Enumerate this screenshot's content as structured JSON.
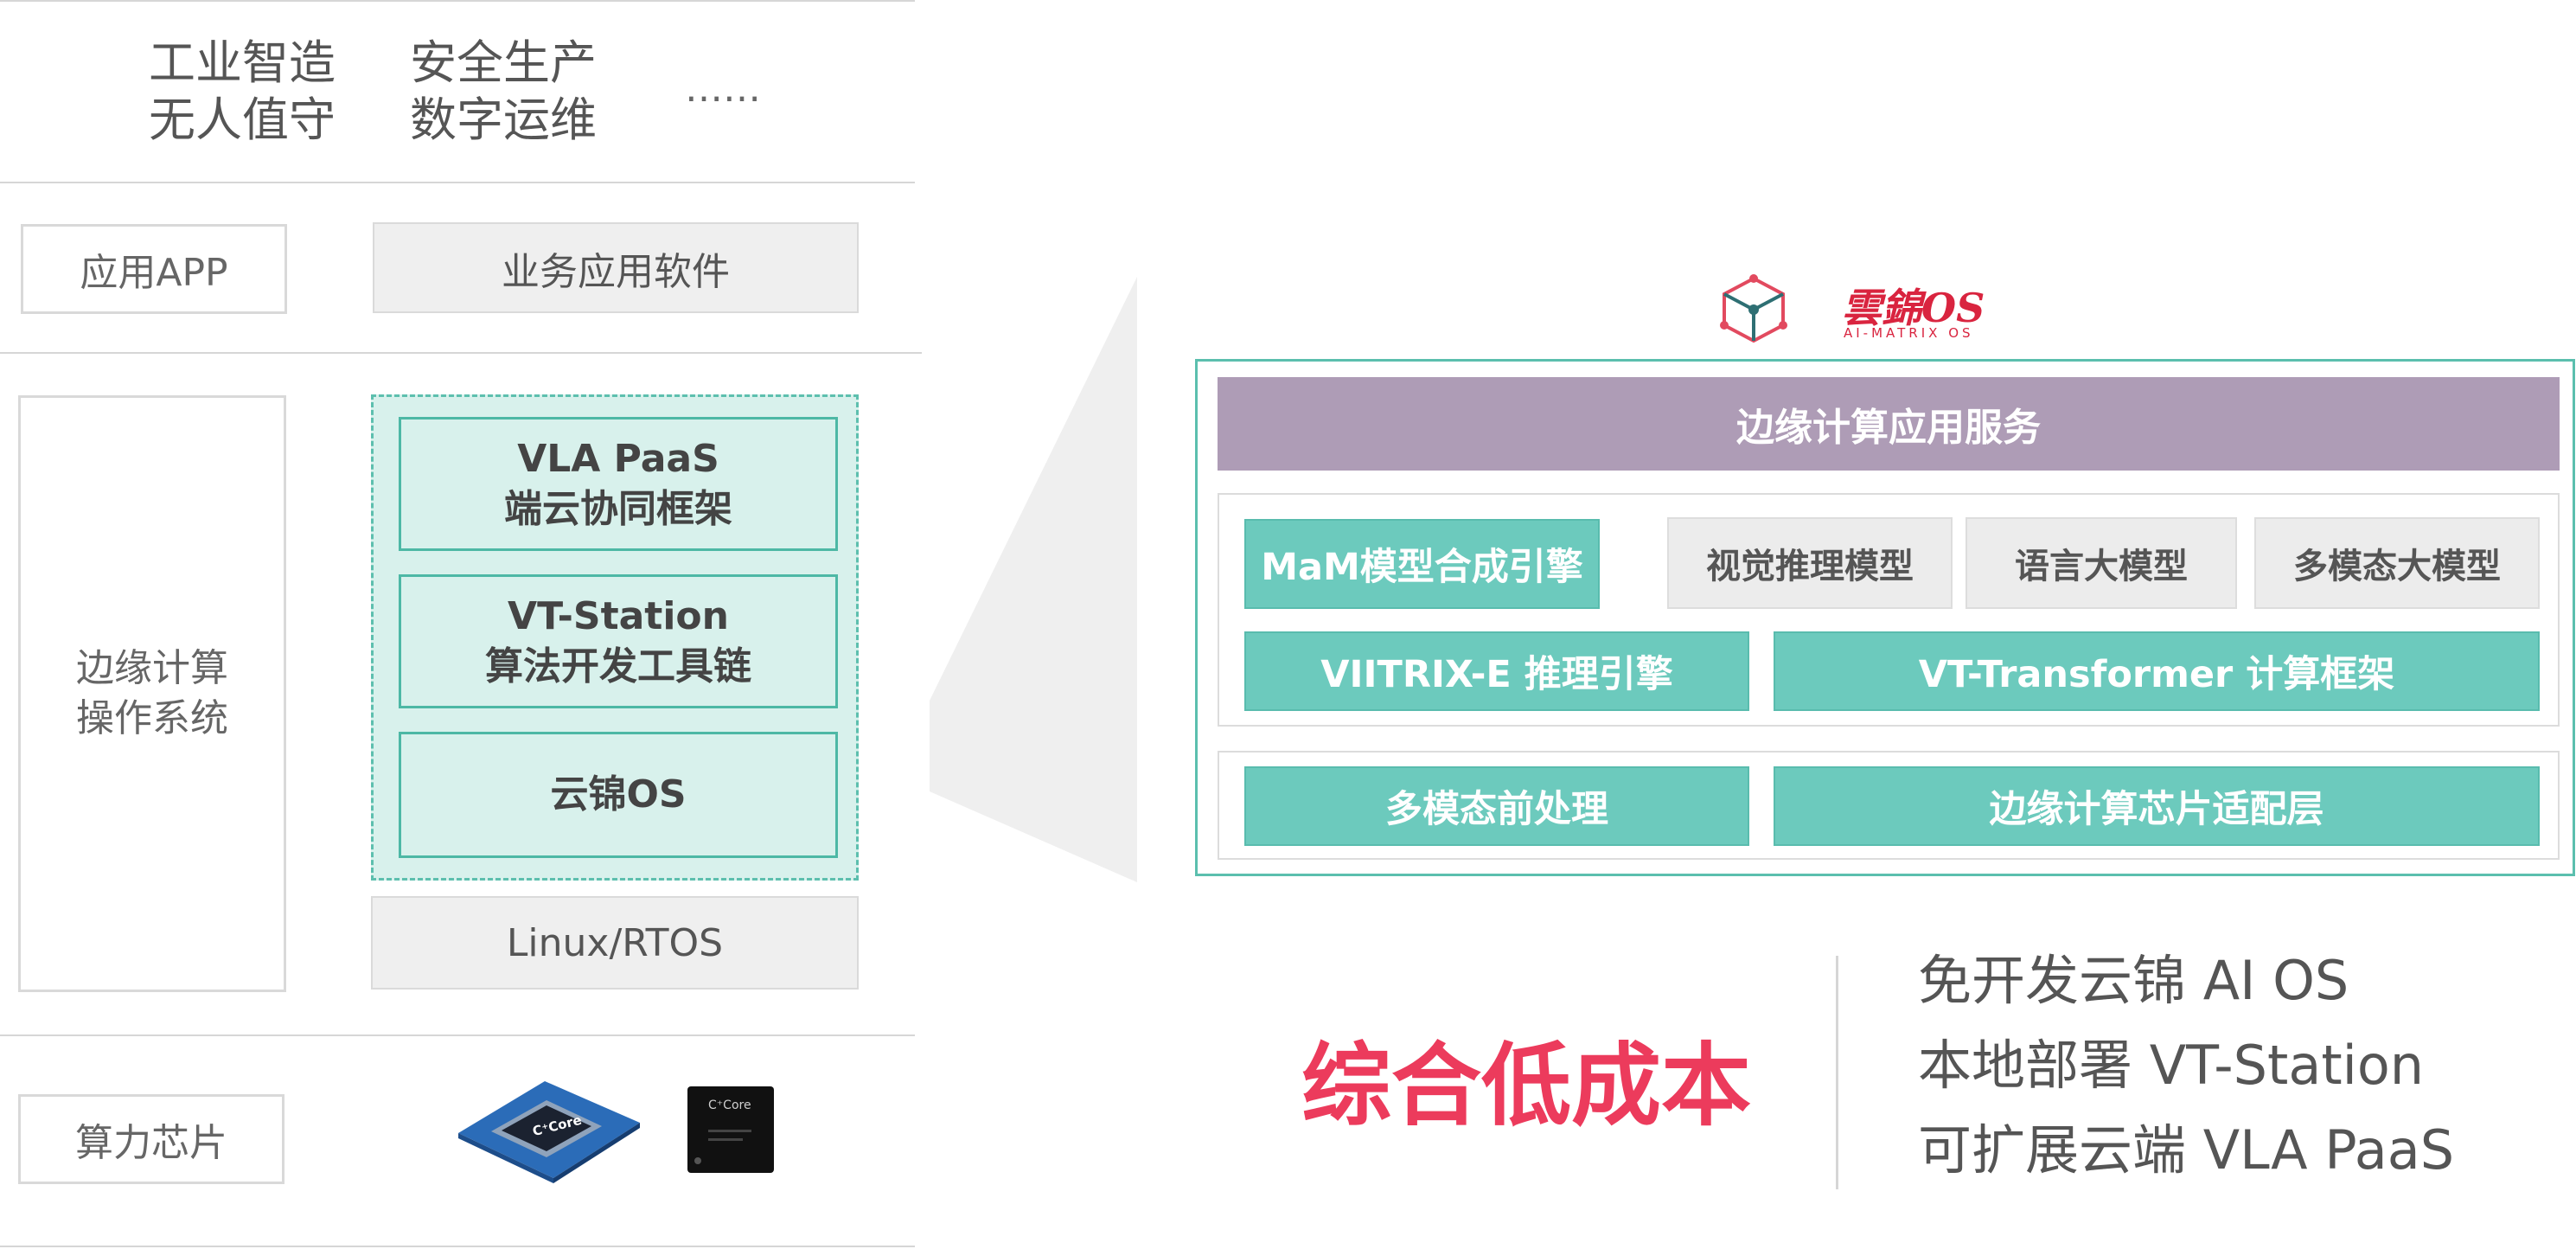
{
  "scenarios": {
    "col1_line1": "工业智造",
    "col1_line2": "无人值守",
    "col2_line1": "安全生产",
    "col2_line2": "数字运维",
    "more": "……"
  },
  "stack": {
    "app_label": "应用APP",
    "app_software": "业务应用软件",
    "os_label_line1": "边缘计算",
    "os_label_line2": "操作系统",
    "vla_line1": "VLA PaaS",
    "vla_line2": "端云协同框架",
    "vt_line1": "VT-Station",
    "vt_line2": "算法开发工具链",
    "yunjin_os": "云锦OS",
    "linux": "Linux/RTOS",
    "chip_label": "算力芯片",
    "chip1_brand": "C⁺Core",
    "chip2_brand": "C⁺Core"
  },
  "os_detail": {
    "logo_title": "雲錦OS",
    "logo_subtitle": "AI-MATRIX OS",
    "app_service": "边缘计算应用服务",
    "mam": "MaM模型合成引擎",
    "vision": "视觉推理模型",
    "language": "语言大模型",
    "multimodal": "多模态大模型",
    "viitrix": "VIITRIX-E 推理引擎",
    "vt_transformer": "VT-Transformer 计算框架",
    "preprocess": "多模态前处理",
    "chip_adapter": "边缘计算芯片适配层"
  },
  "summary": {
    "headline": "综合低成本",
    "points": [
      "免开发云锦 AI OS",
      "本地部署 VT-Station",
      "可扩展云端 VLA PaaS"
    ]
  },
  "colors": {
    "teal": "#6ccabd",
    "teal_border": "#4db8a5",
    "purple": "#ae9cb6",
    "accent_red": "#ec3b5c",
    "gray_box": "#efefef"
  }
}
